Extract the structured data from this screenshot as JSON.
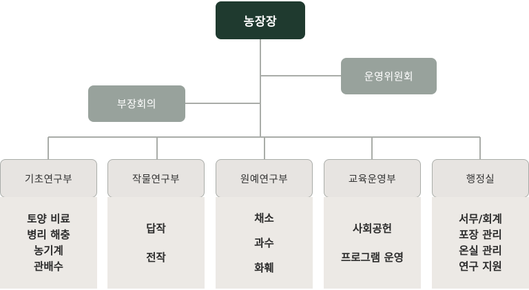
{
  "root": {
    "label": "농장장"
  },
  "committee": {
    "label": "운영위원회"
  },
  "meeting": {
    "label": "부장회의"
  },
  "departments": [
    {
      "name": "기초연구부",
      "items": [
        "토양 비료",
        "병리 해충",
        "농기계",
        "관배수"
      ]
    },
    {
      "name": "작물연구부",
      "items": [
        "답작",
        "전작"
      ]
    },
    {
      "name": "원예연구부",
      "items": [
        "채소",
        "과수",
        "화훼"
      ]
    },
    {
      "name": "교육운영부",
      "items": [
        "사회공헌",
        "프로그램 운영"
      ]
    },
    {
      "name": "행정실",
      "items": [
        "서무/회계",
        "포장 관리",
        "온실 관리",
        "연구 지원"
      ]
    }
  ],
  "colors": {
    "root": "#1f3a2f",
    "mid": "#98a29c",
    "dept_header": "#e7e4e1",
    "dept_body": "#ece9e5",
    "line": "#a9aca8"
  }
}
